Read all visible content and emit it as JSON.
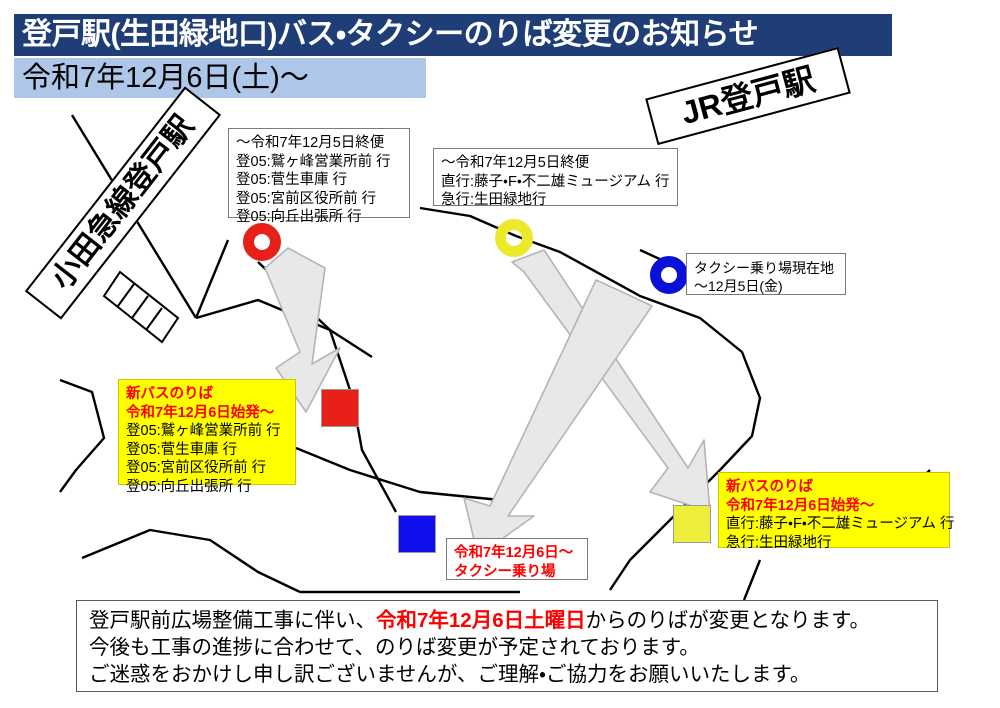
{
  "header": {
    "title": "登戸駅(生田緑地口)バス・タクシーのりば変更のお知らせ",
    "subtitle": "令和7年12月6日(土)〜",
    "title_bg": "#1f3d77",
    "subtitle_bg": "#aec6e8"
  },
  "stations": {
    "odakyu": "小田急線登戸駅",
    "jr": "JR登戸駅"
  },
  "callouts": {
    "old_bus": {
      "name": "old-bus-stop-callout",
      "lines": [
        "〜令和7年12月5日終便",
        "登05:鷲ヶ峰営業所前 行",
        "登05:菅生車庫 行",
        "登05:宮前区役所前 行",
        "登05:向丘出張所 行"
      ]
    },
    "old_express": {
      "name": "old-express-stop-callout",
      "lines": [
        "〜令和7年12月5日終便",
        "直行:藤子・F・不二雄ミュージアム 行",
        "急行:生田緑地行"
      ]
    },
    "taxi_old": {
      "name": "old-taxi-stand-callout",
      "lines": [
        "タクシー乗り場現在地",
        "〜12月5日(金)"
      ]
    },
    "new_bus": {
      "name": "new-bus-stop-callout",
      "highlight": [
        "新バスのりば",
        "令和7年12月6日始発〜"
      ],
      "lines": [
        "登05:鷲ヶ峰営業所前 行",
        "登05:菅生車庫 行",
        "登05:宮前区役所前 行",
        "登05:向丘出張所 行"
      ]
    },
    "new_express": {
      "name": "new-express-stop-callout",
      "highlight": [
        "新バスのりば",
        "令和7年12月6日始発〜"
      ],
      "lines": [
        "直行:藤子・F・不二雄ミュージアム 行",
        "急行:生田緑地行"
      ]
    },
    "taxi_new": {
      "name": "new-taxi-stand-callout",
      "lines": [
        "令和7年12月6日〜",
        "タクシー乗り場"
      ]
    }
  },
  "markers": {
    "ring_red": {
      "label": "old-bus-stop-marker",
      "color": "#e8201a"
    },
    "ring_yellow": {
      "label": "old-express-stop-marker",
      "color": "#eaea2a"
    },
    "ring_blue": {
      "label": "old-taxi-stand-marker",
      "color": "#0a10d8"
    },
    "square_red": {
      "label": "new-bus-stop-marker",
      "color": "#e8201a"
    },
    "square_blue": {
      "label": "new-taxi-stand-marker",
      "color": "#1010ee"
    },
    "square_yellow": {
      "label": "new-express-stop-marker",
      "color": "#eded3c"
    }
  },
  "notice": {
    "line1_a": "登戸駅前広場整備工事に伴い、",
    "line1_red": "令和7年12月6日土曜日",
    "line1_b": "からのりばが変更となります。",
    "line2": "今後も工事の進捗に合わせて、のりば変更が予定されております。",
    "line3": "ご迷惑をおかけし申し訳ございませんが、ご理解・ご協力をお願いいたします。"
  }
}
